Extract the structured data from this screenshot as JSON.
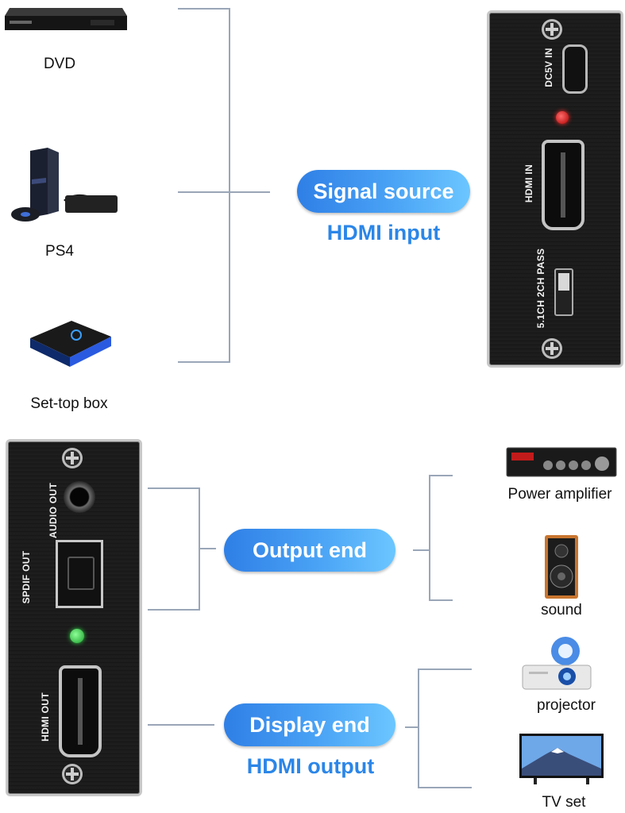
{
  "sources": {
    "dvd_label": "DVD",
    "ps4_label": "PS4",
    "settop_label": "Set-top box"
  },
  "signal": {
    "pill_label": "Signal source",
    "sub_label": "HDMI input"
  },
  "input_panel": {
    "dc_label": "DC5V IN",
    "hdmi_in_label": "HDMI IN",
    "switch_label": "5.1CH 2CH PASS"
  },
  "output_panel": {
    "audio_out_label": "AUDIO OUT",
    "spdif_label": "SPDIF OUT",
    "hdmi_out_label": "HDMI OUT"
  },
  "output": {
    "pill_label": "Output end"
  },
  "display": {
    "pill_label": "Display end",
    "sub_label": "HDMI output"
  },
  "devices": {
    "amplifier_label": "Power amplifier",
    "sound_label": "sound",
    "projector_label": "projector",
    "tv_label": "TV set"
  },
  "colors": {
    "pill_blue": "#2f7fe6",
    "accent_text": "#2b86e8",
    "red_led": "#e02020",
    "green_led": "#2ecc40"
  }
}
